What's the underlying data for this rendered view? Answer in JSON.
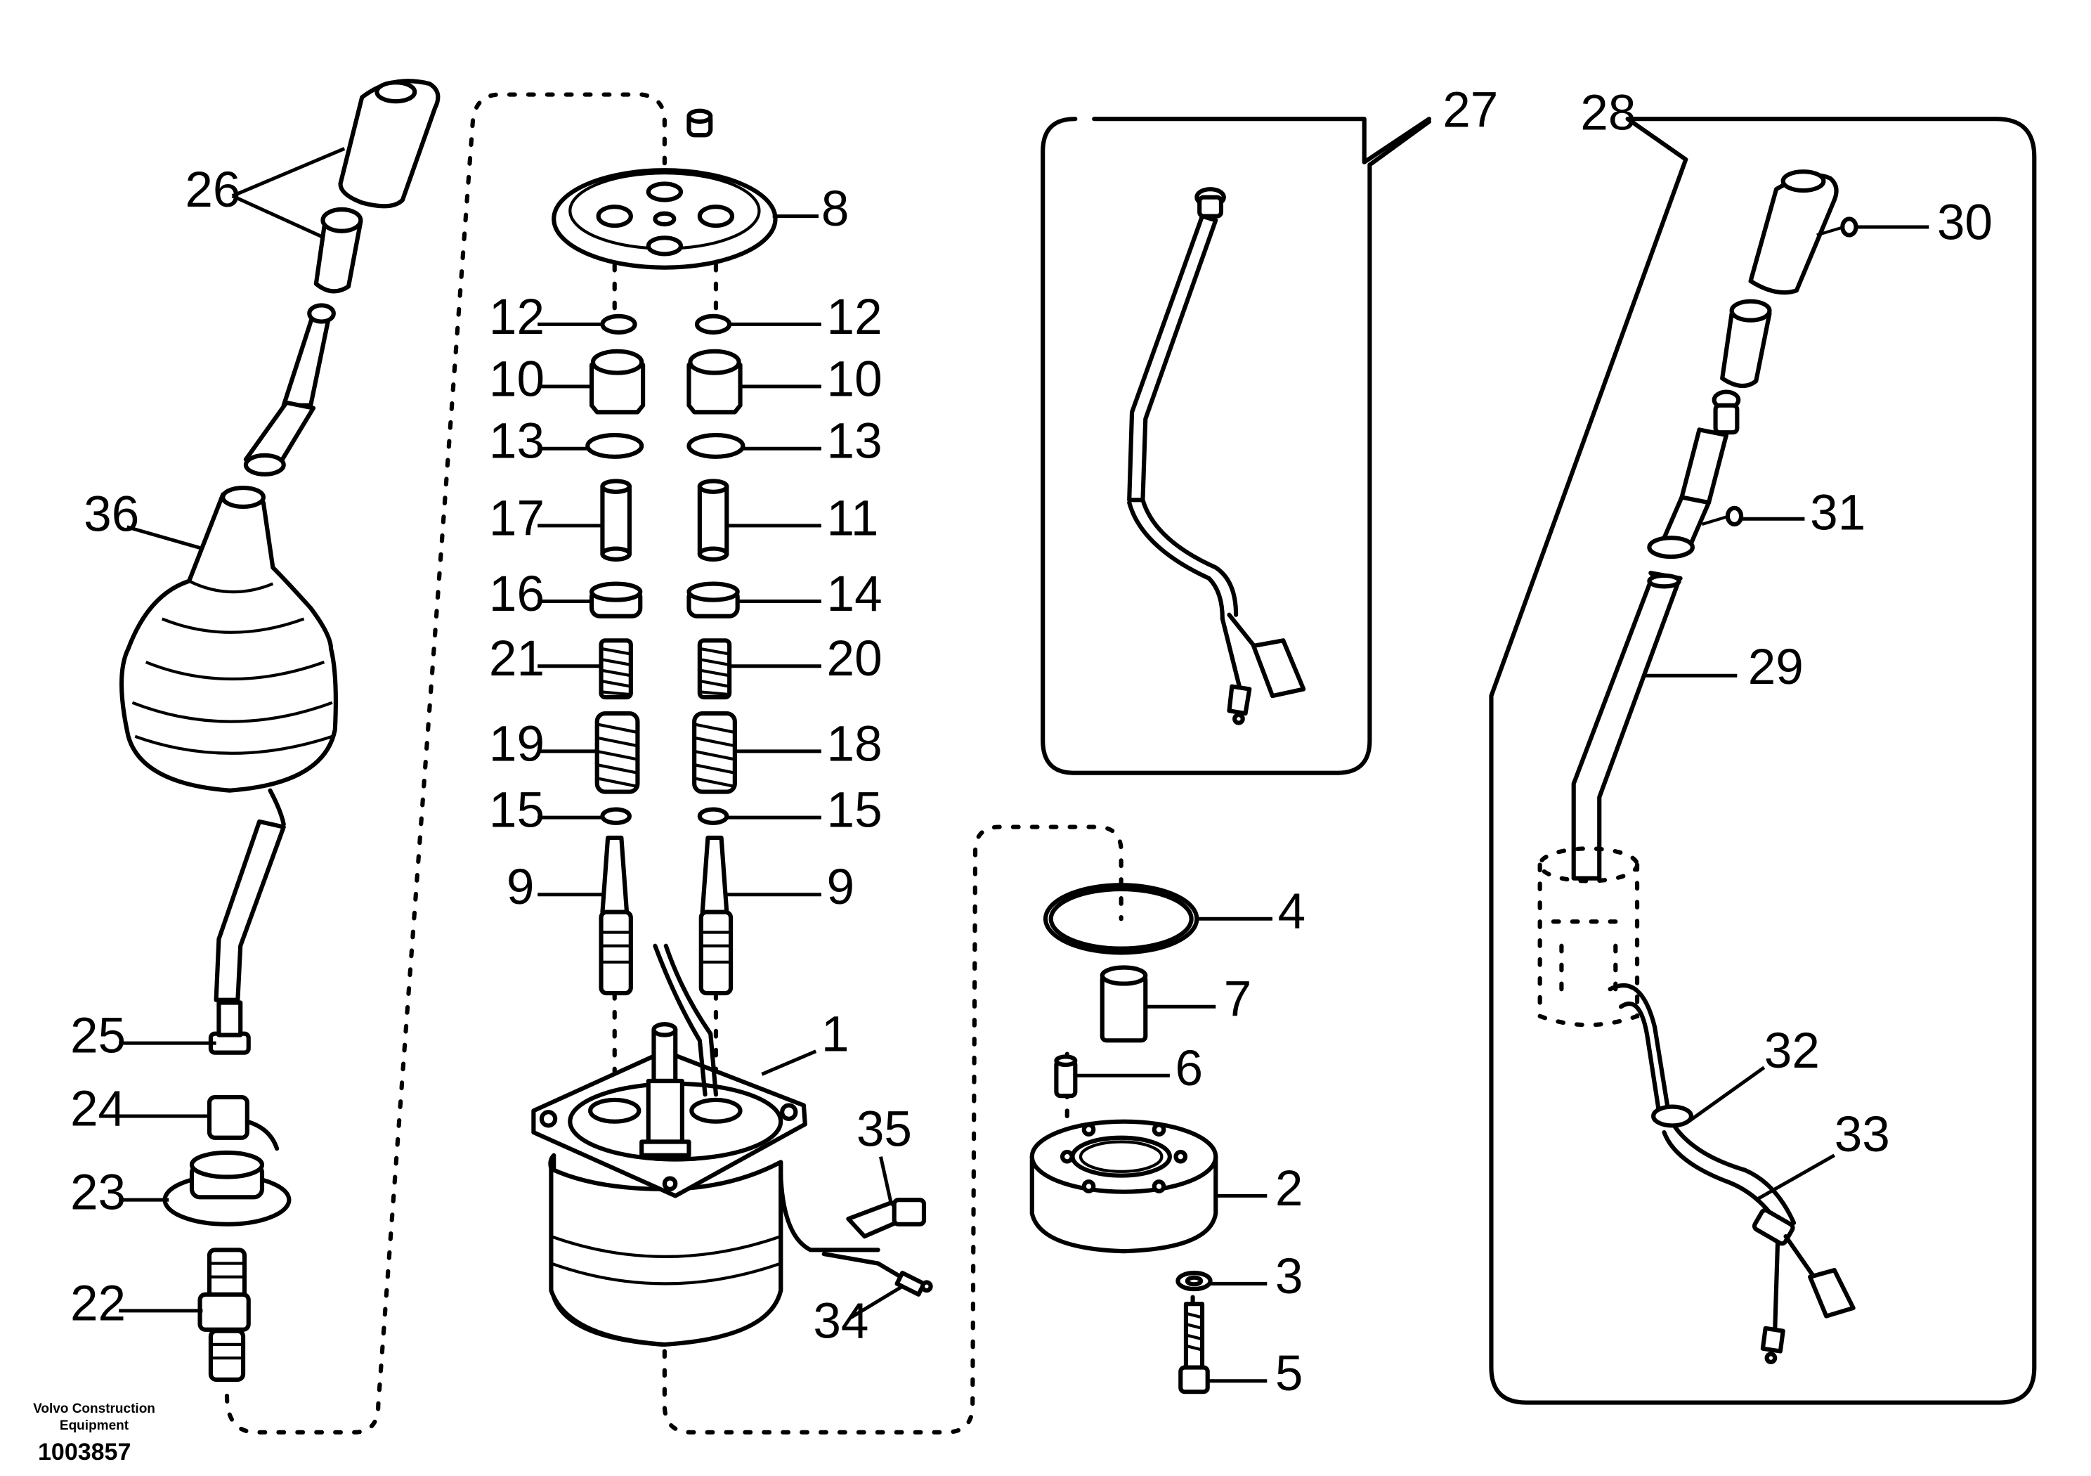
{
  "diagram": {
    "part_labels": {
      "p1": "1",
      "p2": "2",
      "p3": "3",
      "p4": "4",
      "p5": "5",
      "p6": "6",
      "p7": "7",
      "p8": "8",
      "p9l": "9",
      "p9r": "9",
      "p10l": "10",
      "p10r": "10",
      "p11": "11",
      "p12l": "12",
      "p12r": "12",
      "p13l": "13",
      "p13r": "13",
      "p14": "14",
      "p15l": "15",
      "p15r": "15",
      "p16": "16",
      "p17": "17",
      "p18": "18",
      "p19": "19",
      "p20": "20",
      "p21": "21",
      "p22": "22",
      "p23": "23",
      "p24": "24",
      "p25": "25",
      "p26": "26",
      "p27": "27",
      "p28": "28",
      "p29": "29",
      "p30": "30",
      "p31": "31",
      "p32": "32",
      "p33": "33",
      "p34": "34",
      "p35": "35",
      "p36": "36"
    }
  },
  "footer": {
    "manufacturer": "Volvo Construction Equipment",
    "document_number": "1003857"
  }
}
